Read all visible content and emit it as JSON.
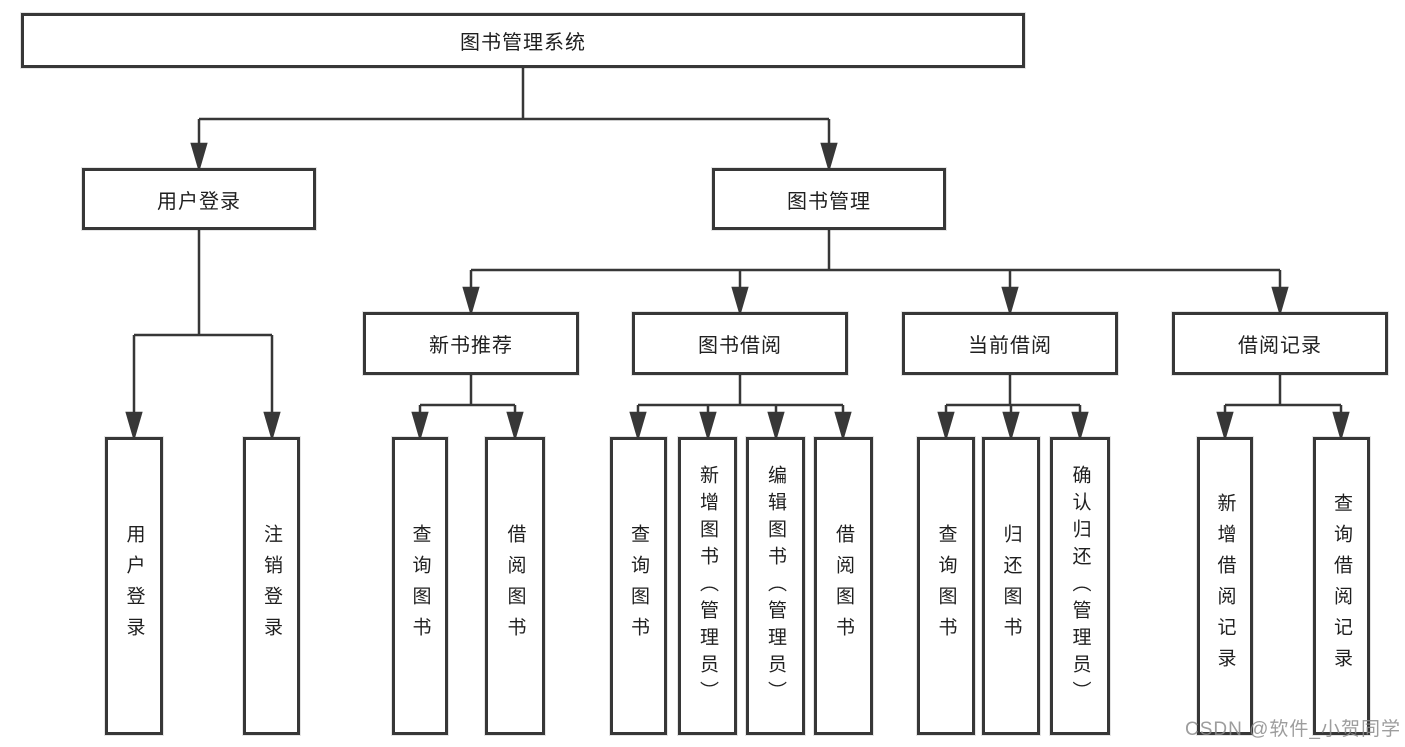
{
  "tree": {
    "root": {
      "label": "图书管理系统"
    },
    "branches": [
      {
        "label": "用户登录",
        "children": [
          {
            "label": "用户登录"
          },
          {
            "label": "注销登录"
          }
        ]
      },
      {
        "label": "图书管理",
        "sections": [
          {
            "label": "新书推荐",
            "children": [
              {
                "label": "查询图书"
              },
              {
                "label": "借阅图书"
              }
            ]
          },
          {
            "label": "图书借阅",
            "children": [
              {
                "label": "查询图书"
              },
              {
                "label": "新增图书（管理员）"
              },
              {
                "label": "编辑图书（管理员）"
              },
              {
                "label": "借阅图书"
              }
            ]
          },
          {
            "label": "当前借阅",
            "children": [
              {
                "label": "查询图书"
              },
              {
                "label": "归还图书"
              },
              {
                "label": "确认归还（管理员）"
              }
            ]
          },
          {
            "label": "借阅记录",
            "children": [
              {
                "label": "新增借阅记录"
              },
              {
                "label": "查询借阅记录"
              }
            ]
          }
        ]
      }
    ]
  },
  "watermark": "CSDN @软件_小贺同学",
  "colors": {
    "line": "#373737",
    "box_border": "#373737",
    "text": "#1f1f1f",
    "watermark": "#8c8c8c",
    "background": "#ffffff"
  }
}
